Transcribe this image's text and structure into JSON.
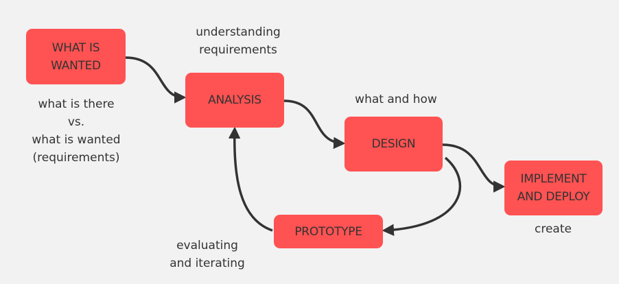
{
  "nodes": {
    "what_is_wanted": "WHAT IS\nWANTED",
    "analysis": "ANALYSIS",
    "design": "DESIGN",
    "implement": "IMPLEMENT\nAND DEPLOY",
    "prototype": "PROTOTYPE"
  },
  "captions": {
    "what_is_there": "what is there\nvs.\nwhat is wanted\n(requirements)",
    "understanding": "understanding\nrequirements",
    "what_and_how": "what and how",
    "create": "create",
    "evaluating": "evaluating\nand iterating"
  },
  "colors": {
    "box": "#ff5252",
    "text": "#333333",
    "arrow": "#333333",
    "background": "#f2f2f2"
  }
}
